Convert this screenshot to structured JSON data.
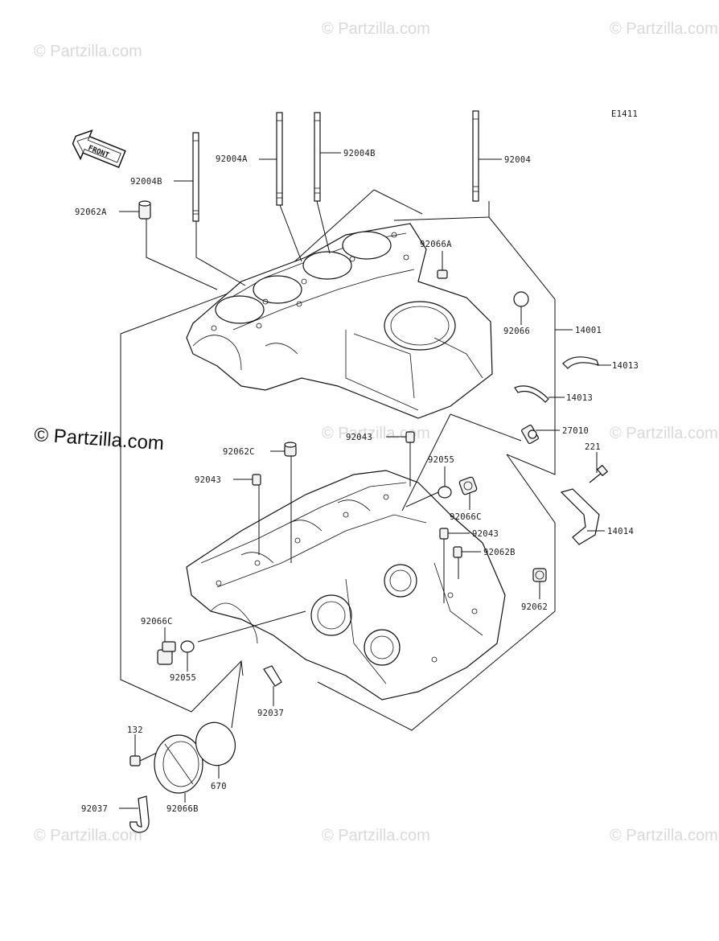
{
  "diagram_id": "E1411",
  "front_arrow_label": "FRONT",
  "watermark_text": "© Partzilla.com",
  "callouts": {
    "c_92004B_left": "92004B",
    "c_92004A": "92004A",
    "c_92004B_mid": "92004B",
    "c_92004": "92004",
    "c_92062A": "92062A",
    "c_92066A": "92066A",
    "c_92066": "92066",
    "c_14001": "14001",
    "c_14013_a": "14013",
    "c_14013_b": "14013",
    "c_27010": "27010",
    "c_221": "221",
    "c_14014": "14014",
    "c_92043_top": "92043",
    "c_92062C": "92062C",
    "c_92055_top": "92055",
    "c_92043_left": "92043",
    "c_92066C_right": "92066C",
    "c_92043_right": "92043",
    "c_92062B": "92062B",
    "c_92062": "92062",
    "c_92066C_left": "92066C",
    "c_92055_left": "92055",
    "c_92037_mid": "92037",
    "c_132": "132",
    "c_670": "670",
    "c_92037_bottom": "92037",
    "c_92066B": "92066B"
  }
}
